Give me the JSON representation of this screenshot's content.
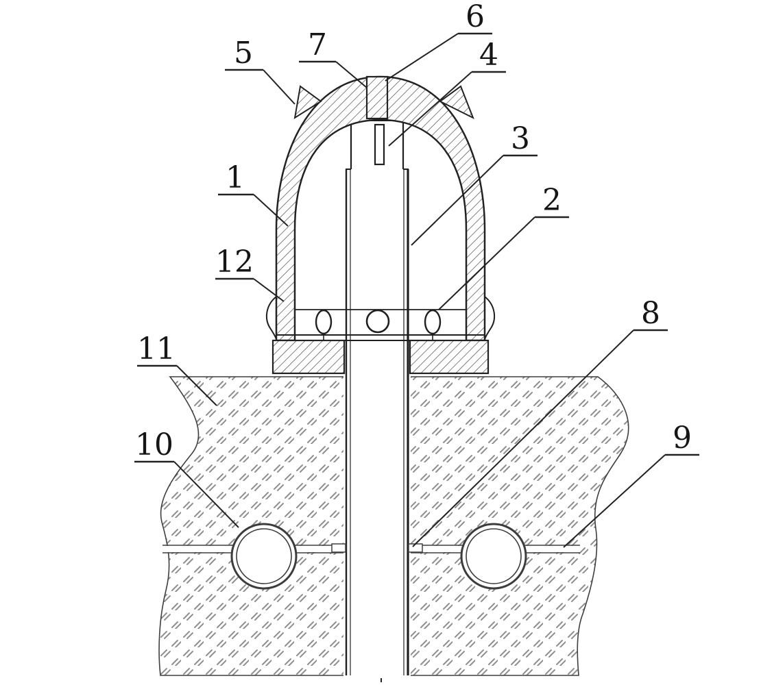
{
  "figure": {
    "kind": "patent-sectional-diagram",
    "palette": {
      "background": "#ffffff",
      "ink": "#1f1f1f",
      "hatch": "#4d4d4d",
      "ground_mark": "#8f8f8f"
    }
  },
  "callouts": [
    {
      "label": "1"
    },
    {
      "label": "2"
    },
    {
      "label": "3"
    },
    {
      "label": "4"
    },
    {
      "label": "5"
    },
    {
      "label": "6"
    },
    {
      "label": "7"
    },
    {
      "label": "8"
    },
    {
      "label": "9"
    },
    {
      "label": "10"
    },
    {
      "label": "11"
    },
    {
      "label": "12"
    }
  ]
}
